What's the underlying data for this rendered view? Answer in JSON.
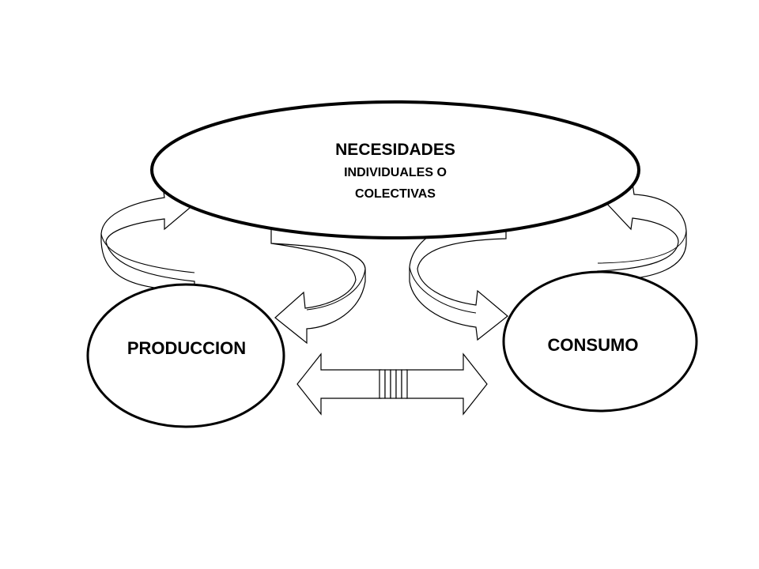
{
  "nodes": {
    "top": {
      "title": "NECESIDADES",
      "line1": "INDIVIDUALES O",
      "line2": "COLECTIVAS"
    },
    "left": {
      "label": "PRODUCCION"
    },
    "right": {
      "label": "CONSUMO"
    }
  },
  "colors": {
    "stroke": "#000000",
    "fill": "#ffffff"
  }
}
